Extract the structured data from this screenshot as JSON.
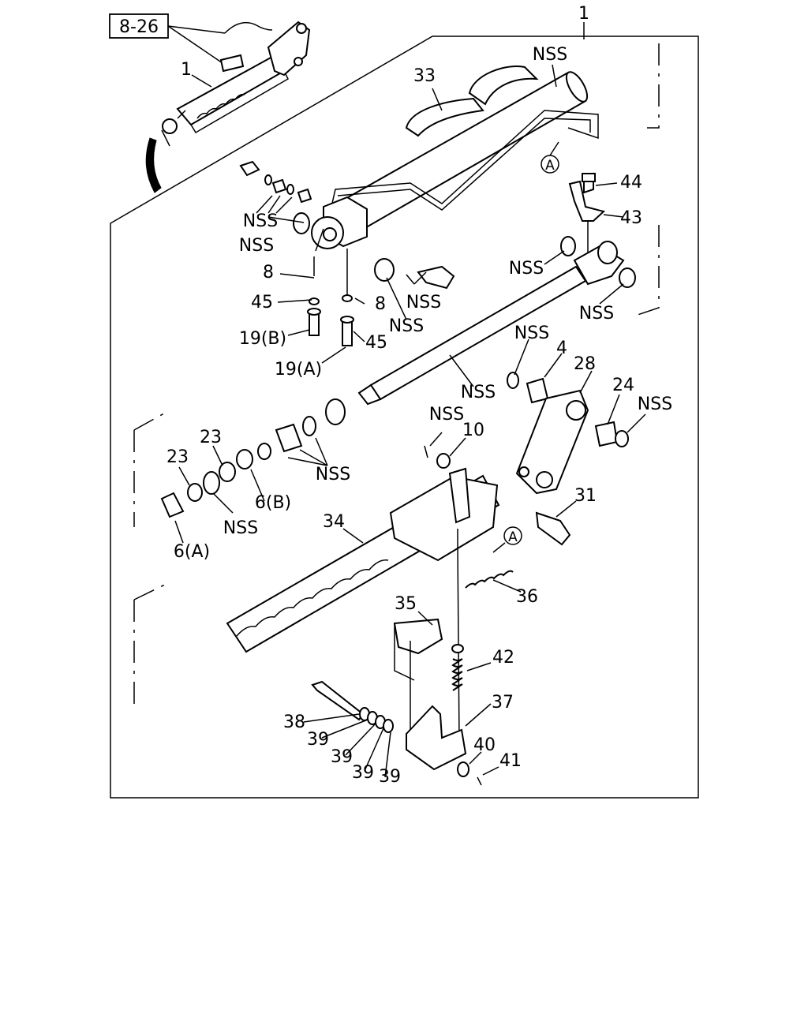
{
  "ref_box": "8-26",
  "callout_a": "A",
  "labels": {
    "p1_top": "1",
    "p1_small": "1",
    "p33": "33",
    "nss_tube": "NSS",
    "p44": "44",
    "p43": "43",
    "nss_screws": "NSS",
    "nss_washer_l": "NSS",
    "p8_l": "8",
    "p45_l": "45",
    "p19b": "19(B)",
    "nss_screw_r": "NSS",
    "p8_r": "8",
    "nss_washer_m": "NSS",
    "p45_r": "45",
    "p19a": "19(A)",
    "nss_cross_l": "NSS",
    "nss_cross_r": "NSS",
    "nss_ring_top": "NSS",
    "p4": "4",
    "p28": "28",
    "p24": "24",
    "nss_ring_r": "NSS",
    "nss_shaft": "NSS",
    "nss_pin": "NSS",
    "p10": "10",
    "p23_a": "23",
    "p23_b": "23",
    "nss_oring": "NSS",
    "p6b": "6(B)",
    "nss_bushings": "NSS",
    "p6a": "6(A)",
    "p34": "34",
    "p31": "31",
    "p36": "36",
    "p35": "35",
    "p42": "42",
    "p37": "37",
    "p38": "38",
    "p39_a": "39",
    "p39_b": "39",
    "p39_c": "39",
    "p39_d": "39",
    "p40": "40",
    "p41": "41"
  }
}
